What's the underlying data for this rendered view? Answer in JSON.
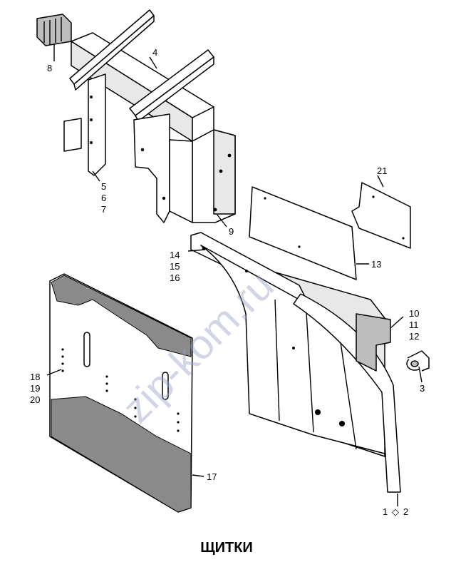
{
  "diagram": {
    "title": "ЩИТКИ",
    "watermark": "zip-kom.ru",
    "callouts": {
      "c1": "1",
      "c2": "2",
      "c3": "3",
      "c4": "4",
      "c5": "5",
      "c6": "6",
      "c7": "7",
      "c8": "8",
      "c9": "9",
      "c10": "10",
      "c11": "11",
      "c12": "12",
      "c13": "13",
      "c14": "14",
      "c15": "15",
      "c16": "16",
      "c17": "17",
      "c18": "18",
      "c19": "19",
      "c20": "20",
      "c21": "21"
    },
    "pair_symbol": "◇"
  }
}
